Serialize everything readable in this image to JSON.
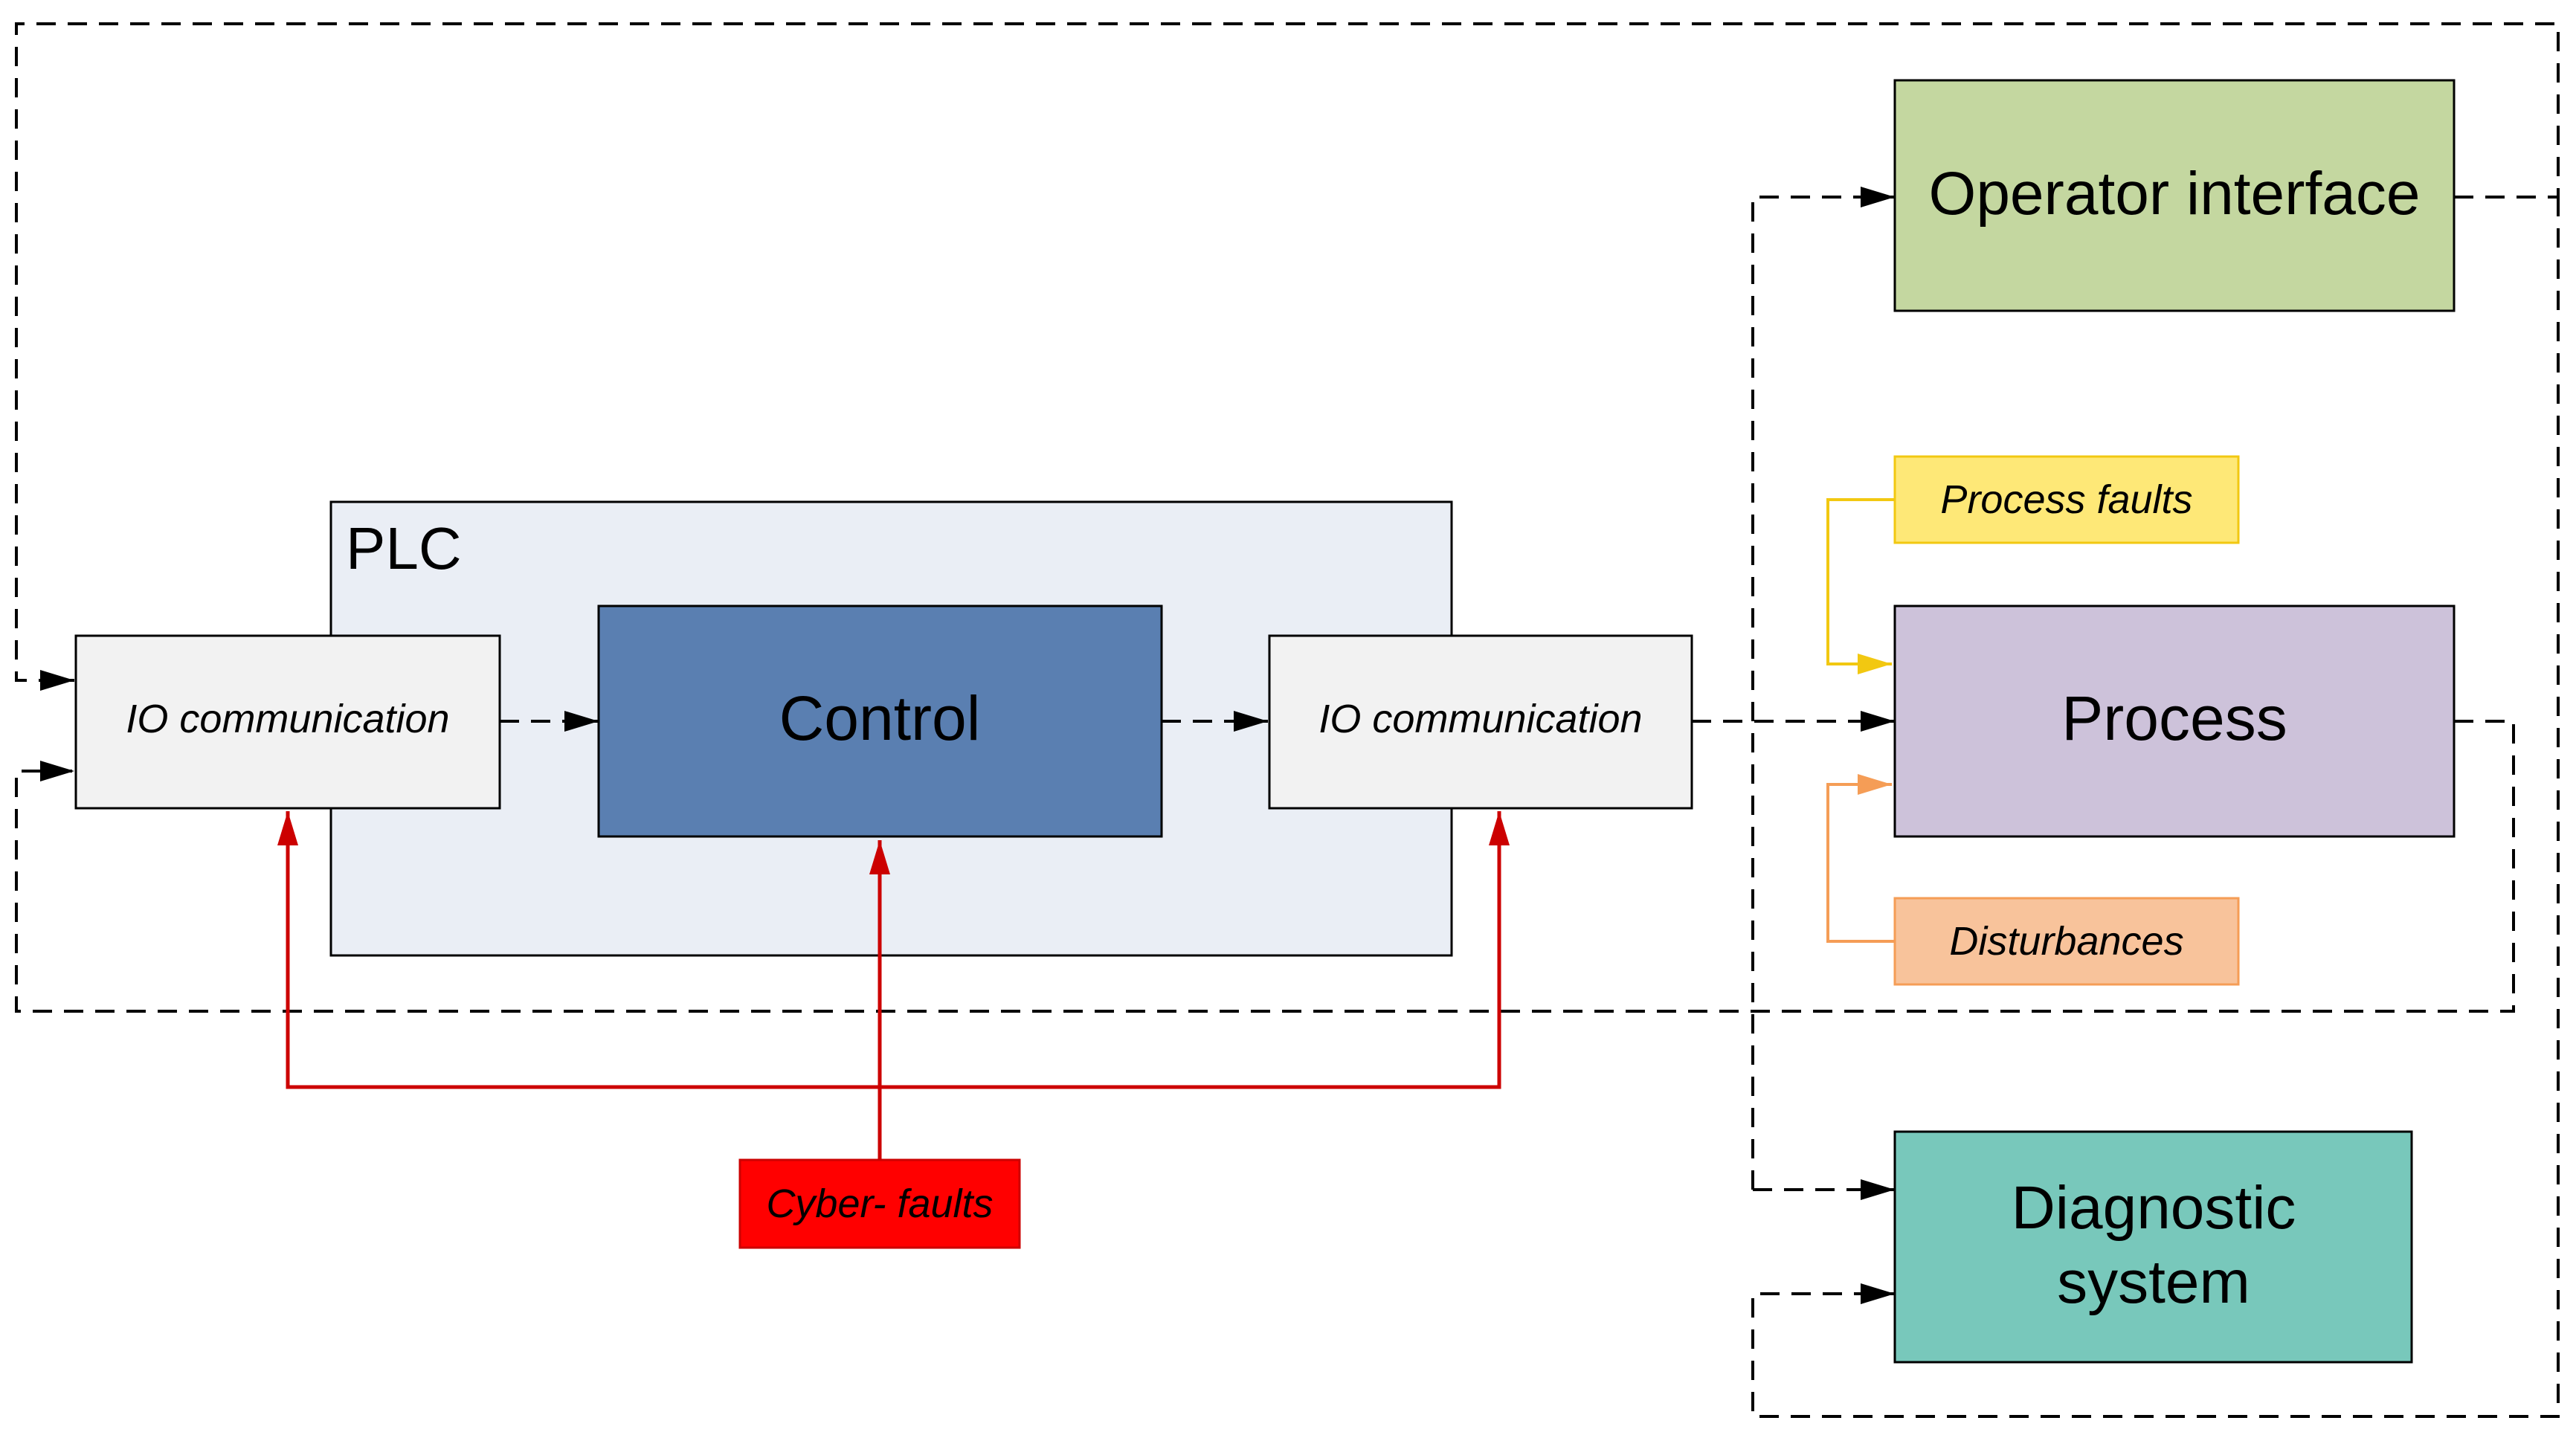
{
  "diagram": {
    "plc": {
      "label": "PLC",
      "fill": "#eaeef5"
    },
    "io_left": {
      "label": "IO communication",
      "fill": "#f2f2f2"
    },
    "control": {
      "label": "Control",
      "fill": "#5a7fb1"
    },
    "io_right": {
      "label": "IO communication",
      "fill": "#f2f2f2"
    },
    "operator_interface": {
      "label": "Operator interface",
      "fill": "#c4d7a0"
    },
    "process_faults": {
      "label": "Process faults",
      "fill": "#fee877",
      "line_color": "#f2c811"
    },
    "process": {
      "label": "Process",
      "fill": "#cdc2da"
    },
    "disturbances": {
      "label": "Disturbances",
      "fill": "#f8c39b",
      "line_color": "#f59d56"
    },
    "diagnostic_system": {
      "label_line1": "Diagnostic",
      "label_line2": "system",
      "fill": "#78c8bb"
    },
    "cyber_faults": {
      "label": "Cyber- faults",
      "fill": "#ff0000",
      "line_color": "#cc0000"
    }
  }
}
